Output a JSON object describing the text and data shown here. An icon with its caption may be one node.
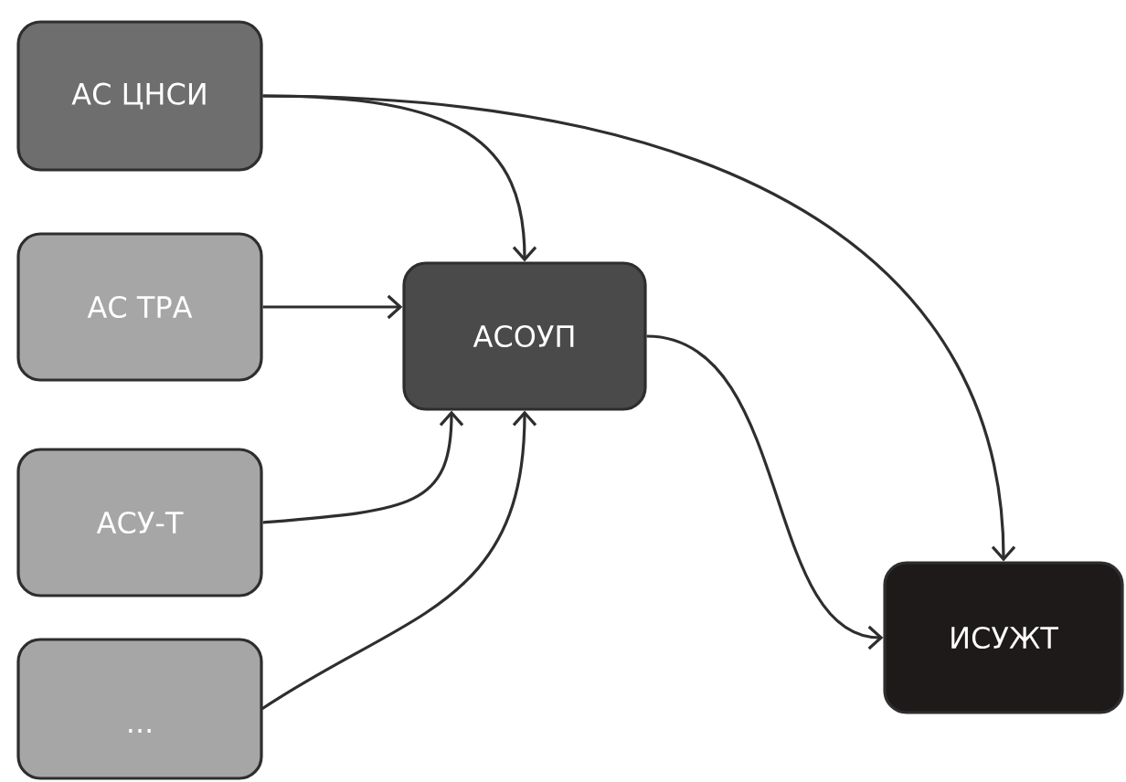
{
  "diagram": {
    "nodes": [
      {
        "text": [
          "АС ЦНСИ"
        ]
      },
      {
        "text": [
          "АС ТРА"
        ]
      },
      {
        "text": [
          "АСОУП"
        ]
      },
      {
        "text": [
          "АСУ-Т"
        ]
      },
      {
        "text": [
          "..."
        ]
      },
      {
        "text": [
          "ИСУЖТ"
        ]
      }
    ],
    "edges": [
      {
        "from": 0,
        "to": 2,
        "arrow": "to"
      },
      {
        "from": 0,
        "to": 5,
        "arrow": "to"
      },
      {
        "from": 1,
        "to": 2,
        "arrow": "to"
      },
      {
        "from": 3,
        "to": 2,
        "arrow": "to"
      },
      {
        "from": 4,
        "to": 2,
        "arrow": "to"
      },
      {
        "from": 2,
        "to": 5,
        "arrow": "to"
      }
    ]
  }
}
